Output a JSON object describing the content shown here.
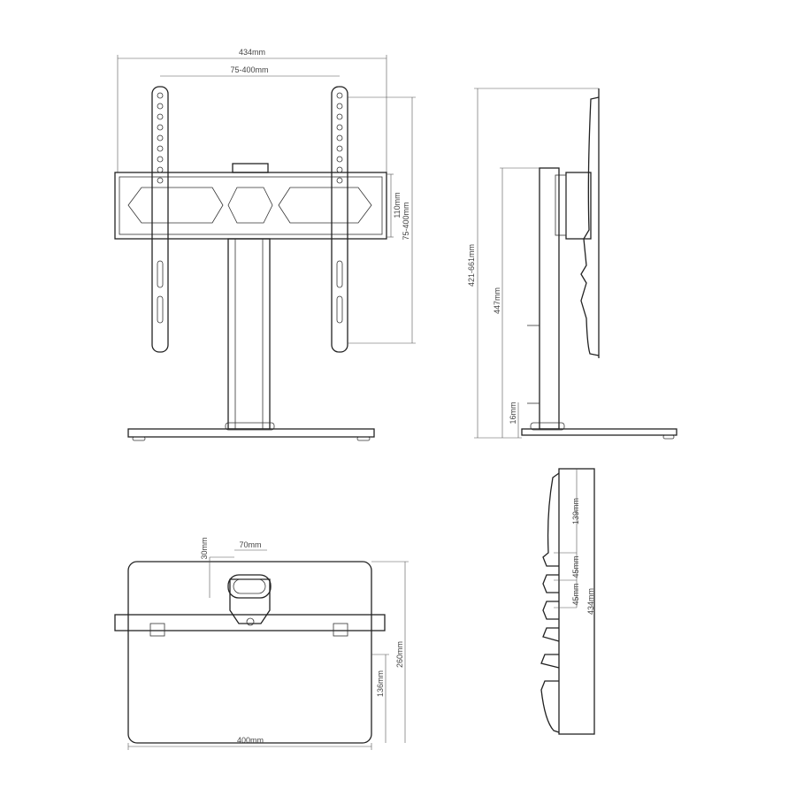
{
  "front_view": {
    "width_label": "434mm",
    "vesa_h_label": "75-400mm",
    "plate_height_label": "110mm",
    "vesa_v_label": "75-400mm"
  },
  "side_view": {
    "height_range_label": "421-661mm",
    "column_height_label": "447mm",
    "base_height_label": "16mm"
  },
  "top_view": {
    "slot_depth_label": "30mm",
    "slot_width_label": "70mm",
    "base_depth_label": "260mm",
    "offset_label": "136mm",
    "base_width_label": "400mm"
  },
  "base_side_view": {
    "first_notch_label": "139mm",
    "notch_spacing_1_label": "45mm",
    "notch_spacing_2_label": "45mm",
    "length_label": "434mm"
  }
}
